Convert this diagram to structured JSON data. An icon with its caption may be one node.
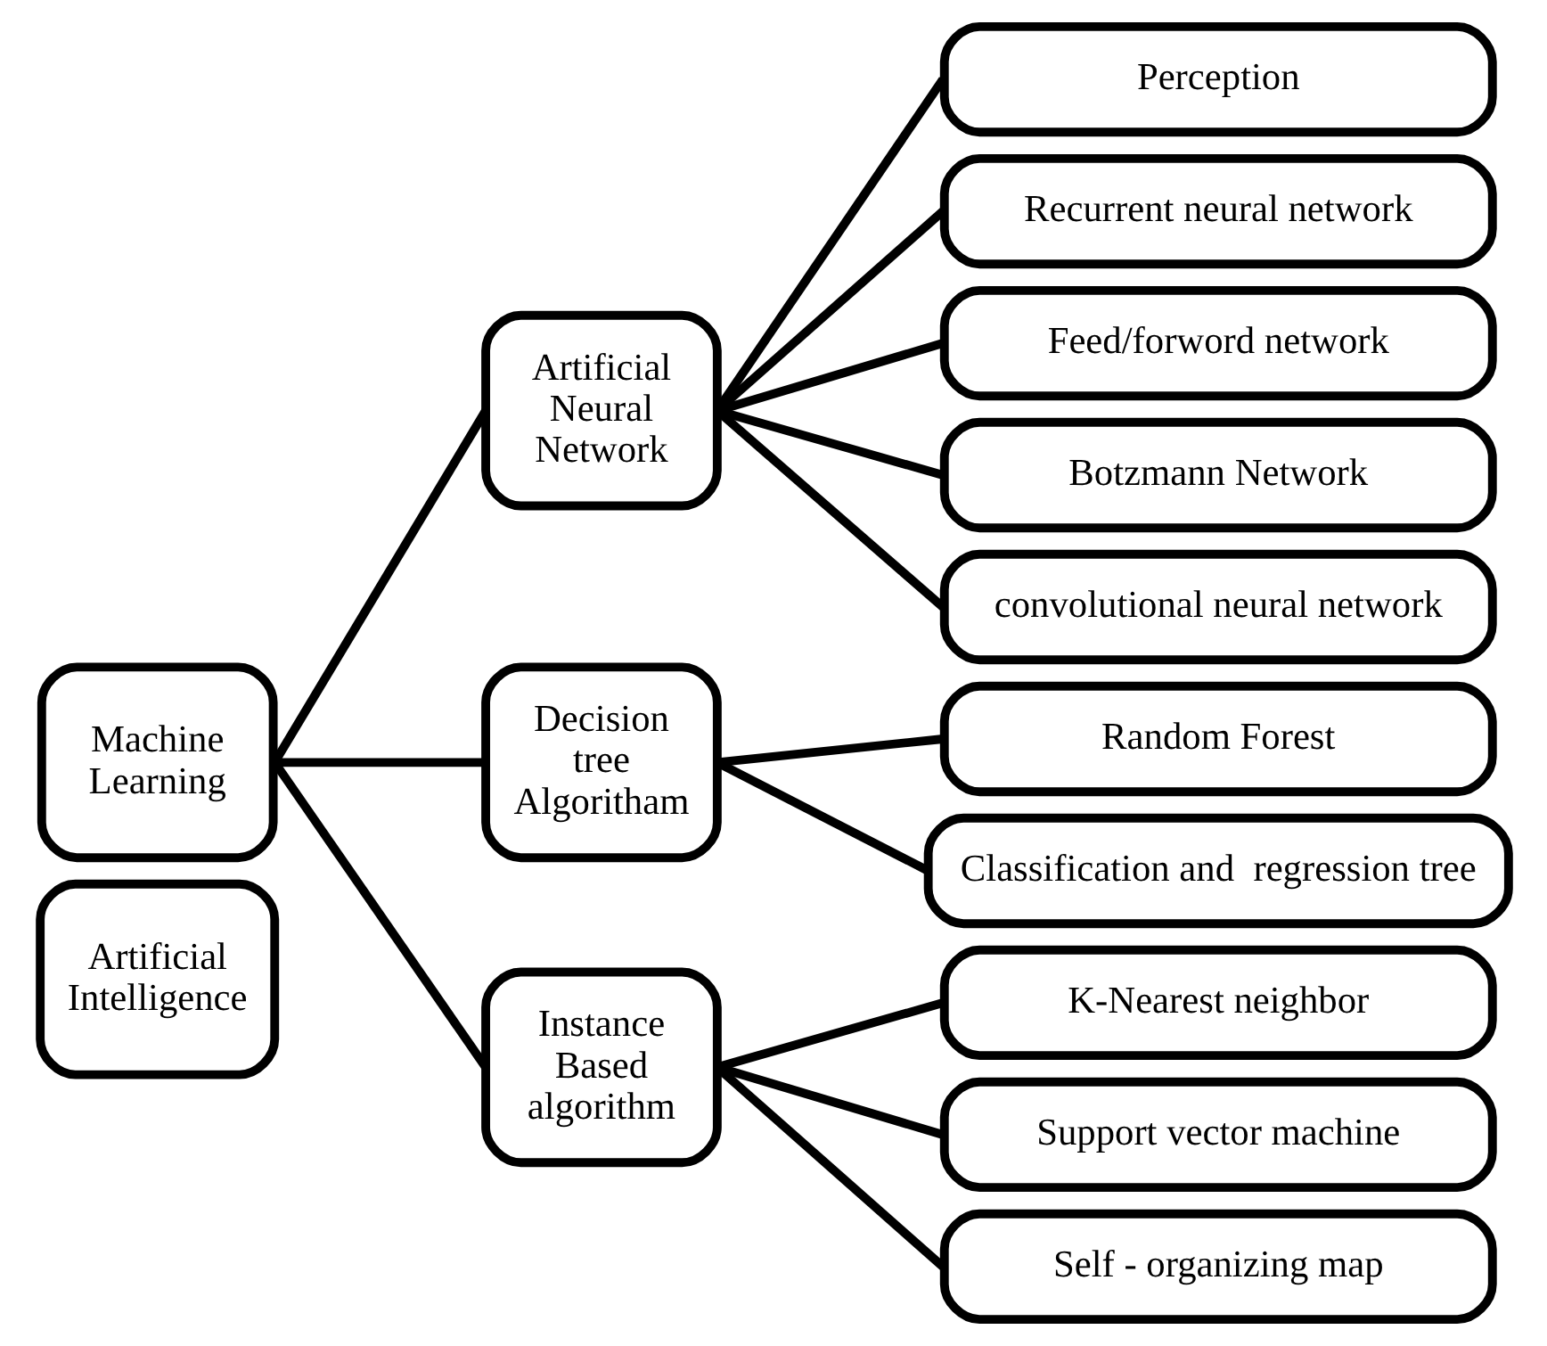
{
  "diagram": {
    "nodes": [
      {
        "text": [
          "Artificial Intelligence"
        ]
      },
      {
        "text": [
          "Machine Learning"
        ]
      },
      {
        "text": [
          "Artificial Neural Network"
        ]
      },
      {
        "text": [
          "Perception"
        ]
      },
      {
        "text": [
          "Recurrent neural network"
        ]
      },
      {
        "text": [
          "Feed/forword network"
        ]
      },
      {
        "text": [
          "Botzmann Network"
        ]
      },
      {
        "text": [
          "convolutional neural network"
        ]
      },
      {
        "text": [
          "Decision tree Algoritham"
        ]
      },
      {
        "text": [
          "Random Forest"
        ]
      },
      {
        "text": [
          "Classification and  regression tree"
        ]
      },
      {
        "text": [
          "Instance Based algorithm"
        ]
      },
      {
        "text": [
          "K-Nearest neighbor"
        ]
      },
      {
        "text": [
          "Support vector machine"
        ]
      },
      {
        "text": [
          "Self - organizing map"
        ]
      }
    ],
    "edges": [
      {
        "from": 1,
        "to": 2,
        "arrow": "none"
      },
      {
        "from": 1,
        "to": 8,
        "arrow": "none"
      },
      {
        "from": 1,
        "to": 11,
        "arrow": "none"
      },
      {
        "from": 2,
        "to": 3,
        "arrow": "none"
      },
      {
        "from": 2,
        "to": 4,
        "arrow": "none"
      },
      {
        "from": 2,
        "to": 5,
        "arrow": "none"
      },
      {
        "from": 2,
        "to": 6,
        "arrow": "none"
      },
      {
        "from": 2,
        "to": 7,
        "arrow": "none"
      },
      {
        "from": 8,
        "to": 9,
        "arrow": "none"
      },
      {
        "from": 8,
        "to": 10,
        "arrow": "none"
      },
      {
        "from": 11,
        "to": 12,
        "arrow": "none"
      },
      {
        "from": 11,
        "to": 13,
        "arrow": "none"
      },
      {
        "from": 11,
        "to": 14,
        "arrow": "none"
      }
    ]
  }
}
